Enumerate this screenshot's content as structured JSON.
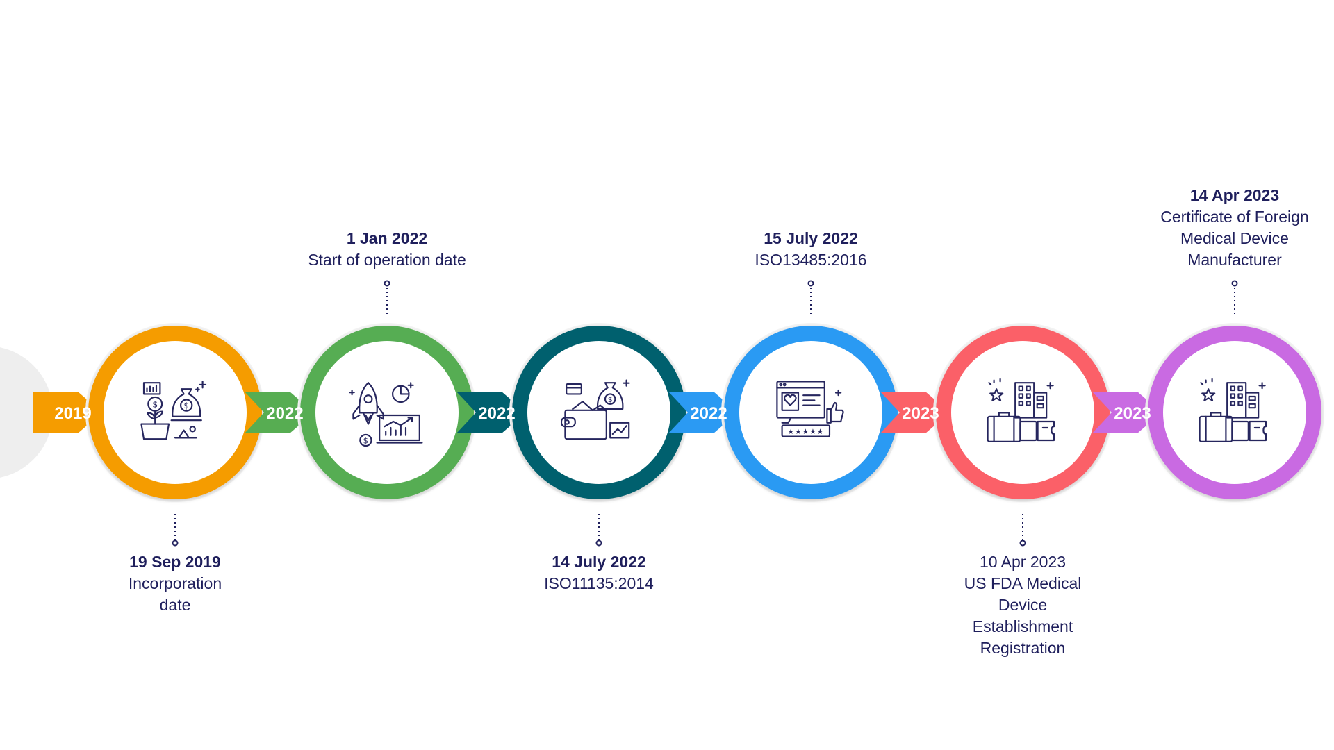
{
  "colors": {
    "orange": "#f59c00",
    "green": "#57ad52",
    "teal": "#00606e",
    "blue": "#2b9af3",
    "coral": "#fb6168",
    "purple": "#c96be2",
    "text": "#1f1f5c",
    "icon": "#26265e"
  },
  "milestones": [
    {
      "year": "2019",
      "color": "#f59c00",
      "icon": "money-plant-icon",
      "label_side": "bottom",
      "date": "19 Sep 2019",
      "date_bold": true,
      "description": "Incorporation\ndate"
    },
    {
      "year": "2022",
      "color": "#57ad52",
      "icon": "rocket-launch-icon",
      "label_side": "top",
      "date": "1 Jan 2022",
      "date_bold": true,
      "description": "Start of operation date"
    },
    {
      "year": "2022",
      "color": "#00606e",
      "icon": "wallet-money-icon",
      "label_side": "bottom",
      "date": "14 July 2022",
      "date_bold": true,
      "description": "ISO11135:2014"
    },
    {
      "year": "2022",
      "color": "#2b9af3",
      "icon": "review-rating-icon",
      "label_side": "top",
      "date": "15 July 2022",
      "date_bold": true,
      "description": "ISO13485:2016"
    },
    {
      "year": "2023",
      "color": "#fb6168",
      "icon": "hotel-travel-icon",
      "label_side": "bottom",
      "date": "10 Apr 2023",
      "date_bold": false,
      "description": "US FDA Medical\nDevice\nEstablishment\nRegistration"
    },
    {
      "year": "2023",
      "color": "#c96be2",
      "icon": "hotel-travel-icon",
      "label_side": "top",
      "date": "14 Apr 2023",
      "date_bold": true,
      "description": "Certificate of Foreign\nMedical Device\nManufacturer"
    }
  ]
}
